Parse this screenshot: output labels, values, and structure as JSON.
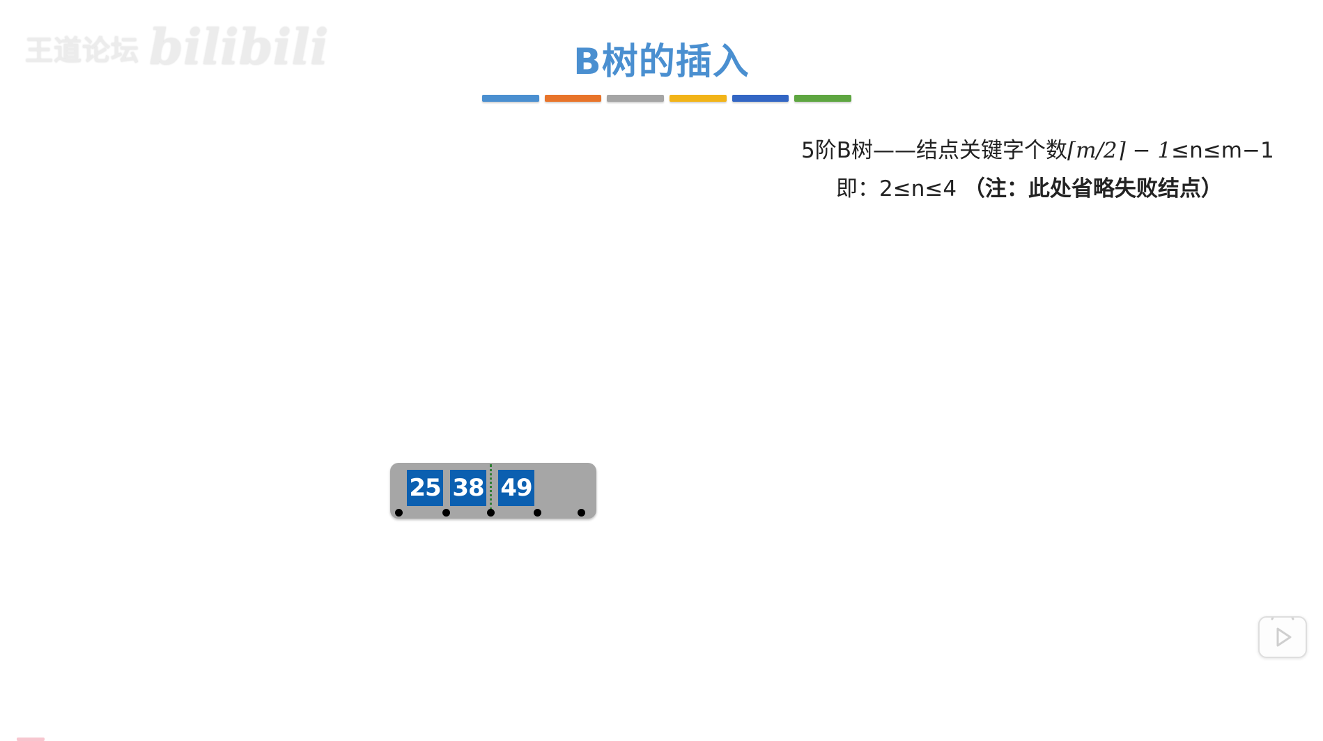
{
  "watermark": {
    "text": "王道论坛",
    "brand": "bilibili"
  },
  "slide": {
    "title": "B树的插入",
    "color_bar": [
      "#4a8fd0",
      "#e8742a",
      "#a5a5a5",
      "#f2b418",
      "#3366c4",
      "#5ea641"
    ]
  },
  "note": {
    "line1_prefix": "5阶B树——结点关键字个数",
    "line1_formula": "⌈m/2⌉ − 1",
    "line1_suffix": "≤n≤m−1",
    "line2_prefix": "即：2≤n≤4 ",
    "line2_bold": "（注：此处省略失败结点）"
  },
  "btree": {
    "keys": [
      "25",
      "38",
      "49"
    ],
    "key_color": "#0b5fb0",
    "node_color": "#a6a6a6"
  },
  "player": {
    "icon": "play-icon"
  }
}
